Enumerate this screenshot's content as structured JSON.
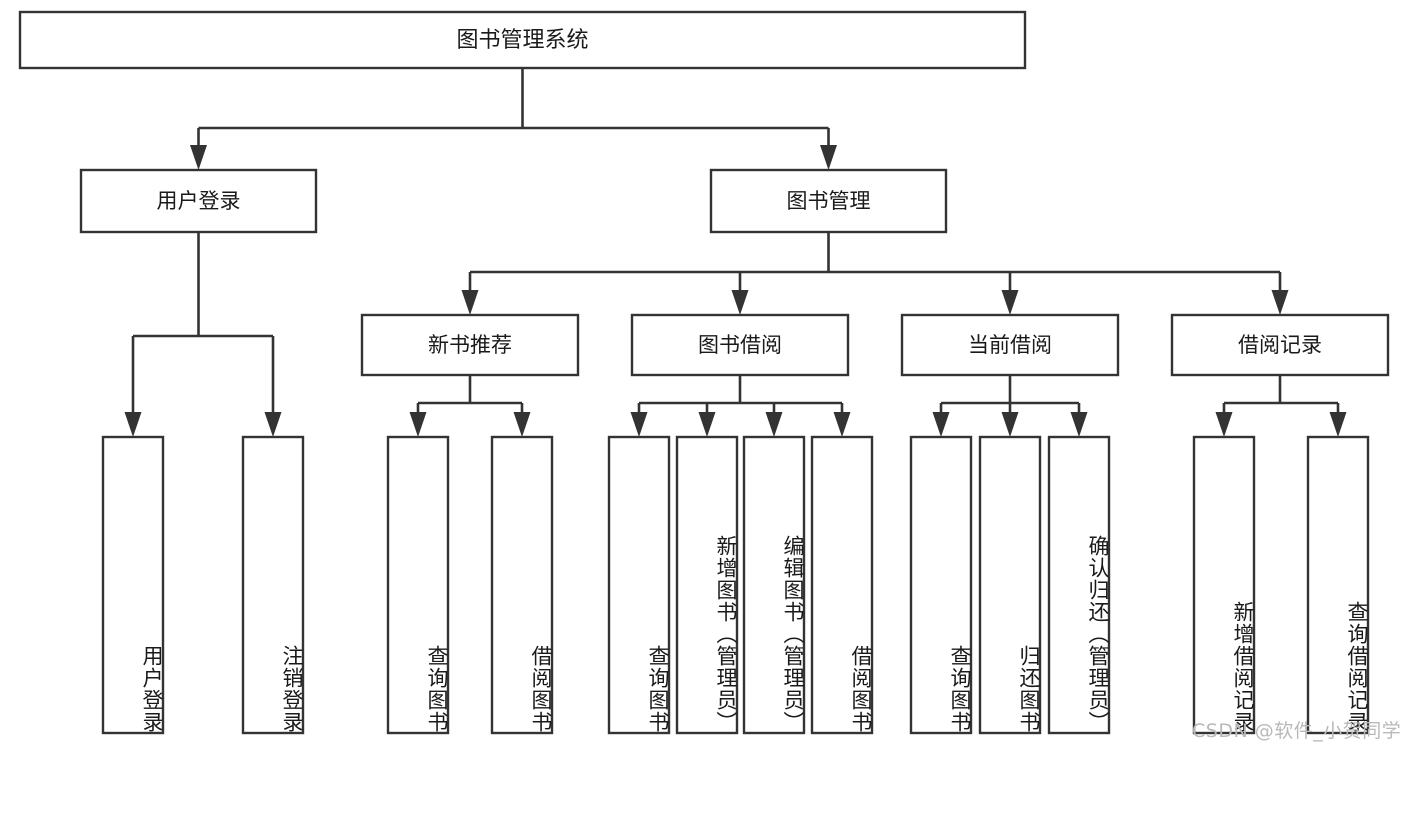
{
  "diagram": {
    "type": "tree",
    "title": "图书管理系统",
    "root": {
      "label": "图书管理系统",
      "level": 0
    },
    "level1": [
      {
        "label": "用户登录"
      },
      {
        "label": "图书管理"
      }
    ],
    "level2": [
      {
        "label": "新书推荐",
        "parent": "图书管理"
      },
      {
        "label": "图书借阅",
        "parent": "图书管理"
      },
      {
        "label": "当前借阅",
        "parent": "图书管理"
      },
      {
        "label": "借阅记录",
        "parent": "图书管理"
      }
    ],
    "leaves": {
      "user_login": [
        {
          "label": "用户登录"
        },
        {
          "label": "注销登录"
        }
      ],
      "new_book_recommend": [
        {
          "label": "查询图书"
        },
        {
          "label": "借阅图书"
        }
      ],
      "book_borrow": [
        {
          "label": "查询图书"
        },
        {
          "label": "新增图书（管理员）"
        },
        {
          "label": "编辑图书（管理员）"
        },
        {
          "label": "借阅图书"
        }
      ],
      "current_borrow": [
        {
          "label": "查询图书"
        },
        {
          "label": "归还图书"
        },
        {
          "label": "确认归还（管理员）"
        }
      ],
      "borrow_record": [
        {
          "label": "新增借阅记录"
        },
        {
          "label": "查询借阅记录"
        }
      ]
    }
  },
  "watermark": {
    "text": "CSDN @软件_小贺同学"
  },
  "colors": {
    "stroke": "#333333",
    "box_fill": "#ffffff",
    "text": "#1a1a1a",
    "background": "#ffffff",
    "watermark": "#b9b9b9"
  }
}
